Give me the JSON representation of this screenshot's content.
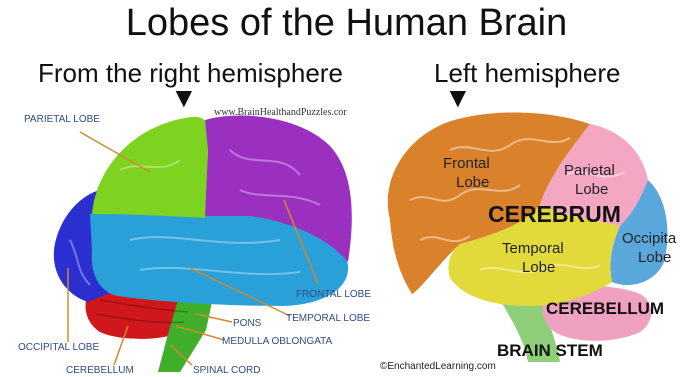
{
  "title": "Lobes of the Human Brain",
  "subtitle_right": "From the right hemisphere",
  "subtitle_left": "Left hemisphere",
  "right_hemisphere": {
    "watermark": "www.BrainHealthandPuzzles.cor",
    "labels": {
      "parietal": "PARIETAL LOBE",
      "frontal": "FRONTAL LOBE",
      "temporal": "TEMPORAL LOBE",
      "pons": "PONS",
      "medulla": "MEDULLA OBLONGATA",
      "occipital": "OCCIPITAL LOBE",
      "cerebellum": "CEREBELLUM",
      "spinal": "SPINAL CORD"
    },
    "colors": {
      "parietal": "#7ed321",
      "frontal": "#9b2fc0",
      "temporal": "#2aa0d8",
      "occipital": "#2b2fd0",
      "cerebellum": "#d0171b",
      "stem": "#3fae2a"
    }
  },
  "left_hemisphere": {
    "credit": "©EnchantedLearning.com",
    "labels": {
      "frontal_1": "Frontal",
      "frontal_2": "Lobe",
      "parietal_1": "Parietal",
      "parietal_2": "Lobe",
      "cerebrum": "CEREBRUM",
      "occipital_1": "Occipita",
      "occipital_2": "Lobe",
      "temporal_1": "Temporal",
      "temporal_2": "Lobe",
      "cerebellum": "CEREBELLUM",
      "brain_stem": "BRAIN STEM"
    },
    "colors": {
      "frontal": "#d9822b",
      "parietal": "#f4a7c3",
      "occipital": "#5aa7dc",
      "temporal": "#e2d93a",
      "cerebellum": "#f0a0c0",
      "stem": "#8fcf7a"
    }
  }
}
